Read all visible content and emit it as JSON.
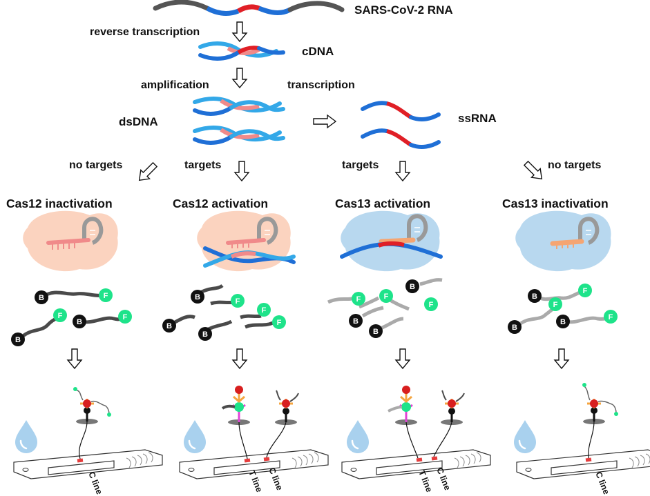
{
  "colors": {
    "rna_gray": "#555555",
    "blue": "#1f6fd6",
    "light_blue": "#33a8e8",
    "red": "#e01f26",
    "pink": "#f08a8a",
    "cas12_body": "#fbd3bf",
    "cas13_body": "#b8d8ef",
    "crrna_gray": "#999999",
    "quencher": "#111111",
    "fluor": "#1ee38a",
    "reporter_dark": "#4a4a4a",
    "reporter_light": "#aaaaaa",
    "strip_line": "#e63d3d",
    "droplet": "#9ecbea",
    "antibody_orange": "#f5a540",
    "antibody_magenta": "#e044d6",
    "gold": "#d81f1f"
  },
  "labels": {
    "rna": "SARS-CoV-2 RNA",
    "reverse_transcription": "reverse transcription",
    "cdna": "cDNA",
    "amplification": "amplification",
    "transcription": "transcription",
    "dsdna": "dsDNA",
    "ssrna": "ssRNA",
    "no_targets": "no targets",
    "targets": "targets"
  },
  "panels": [
    {
      "title": "Cas12 inactivation"
    },
    {
      "title": "Cas12 activation"
    },
    {
      "title": "Cas13 activation"
    },
    {
      "title": "Cas13 inactivation"
    }
  ],
  "reporter": {
    "quencher": "B",
    "fluor": "F"
  },
  "strip": {
    "c_line": "C line",
    "t_line": "T line"
  },
  "icons": [
    "arrow-down-icon",
    "arrow-right-icon",
    "arrow-diagonal-icon",
    "droplet-icon"
  ]
}
